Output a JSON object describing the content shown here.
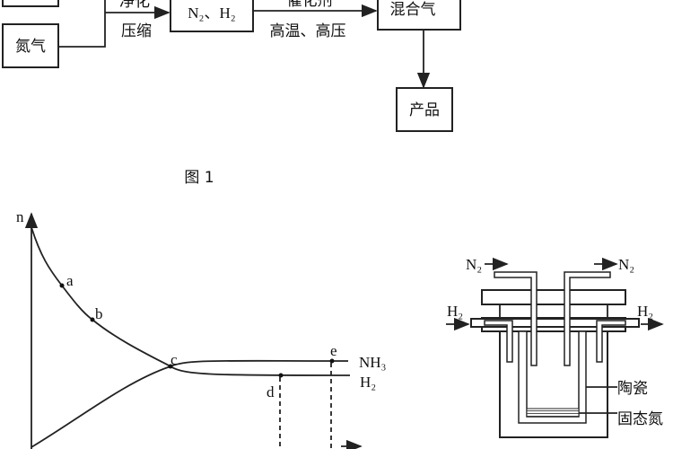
{
  "figure1": {
    "caption": "图 1",
    "boxes": {
      "nitrogen": "氮气",
      "mixture_in": "N₂、H₂",
      "mixed_gas": "混合气",
      "product": "产品"
    },
    "step1_top": "净化",
    "step1_bottom": "压缩",
    "step2_top": "催化剂",
    "step2_bottom": "高温、高压"
  },
  "graph": {
    "y_axis_label": "n",
    "points": [
      "a",
      "b",
      "c",
      "d",
      "e"
    ],
    "series": [
      "NH₃",
      "H₂"
    ]
  },
  "apparatus": {
    "n2_in": "N₂",
    "n2_out": "N₂",
    "h2_in": "H₂",
    "h2_out": "H₂",
    "ceramic_label": "陶瓷",
    "solid_label": "固态氮"
  }
}
